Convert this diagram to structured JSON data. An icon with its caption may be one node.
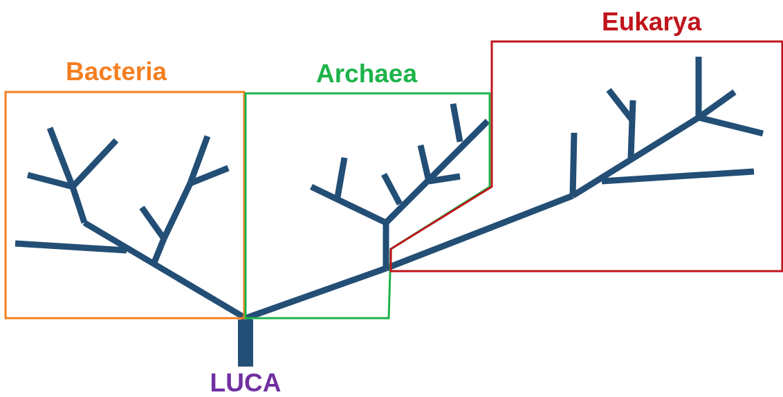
{
  "diagram": {
    "nodes": [
      {
        "text": [
          "Bacteria"
        ]
      },
      {
        "text": [
          "Archaea"
        ]
      },
      {
        "text": [
          "Eukarya"
        ]
      }
    ],
    "edges": [],
    "labels": [
      "LUCA"
    ]
  }
}
